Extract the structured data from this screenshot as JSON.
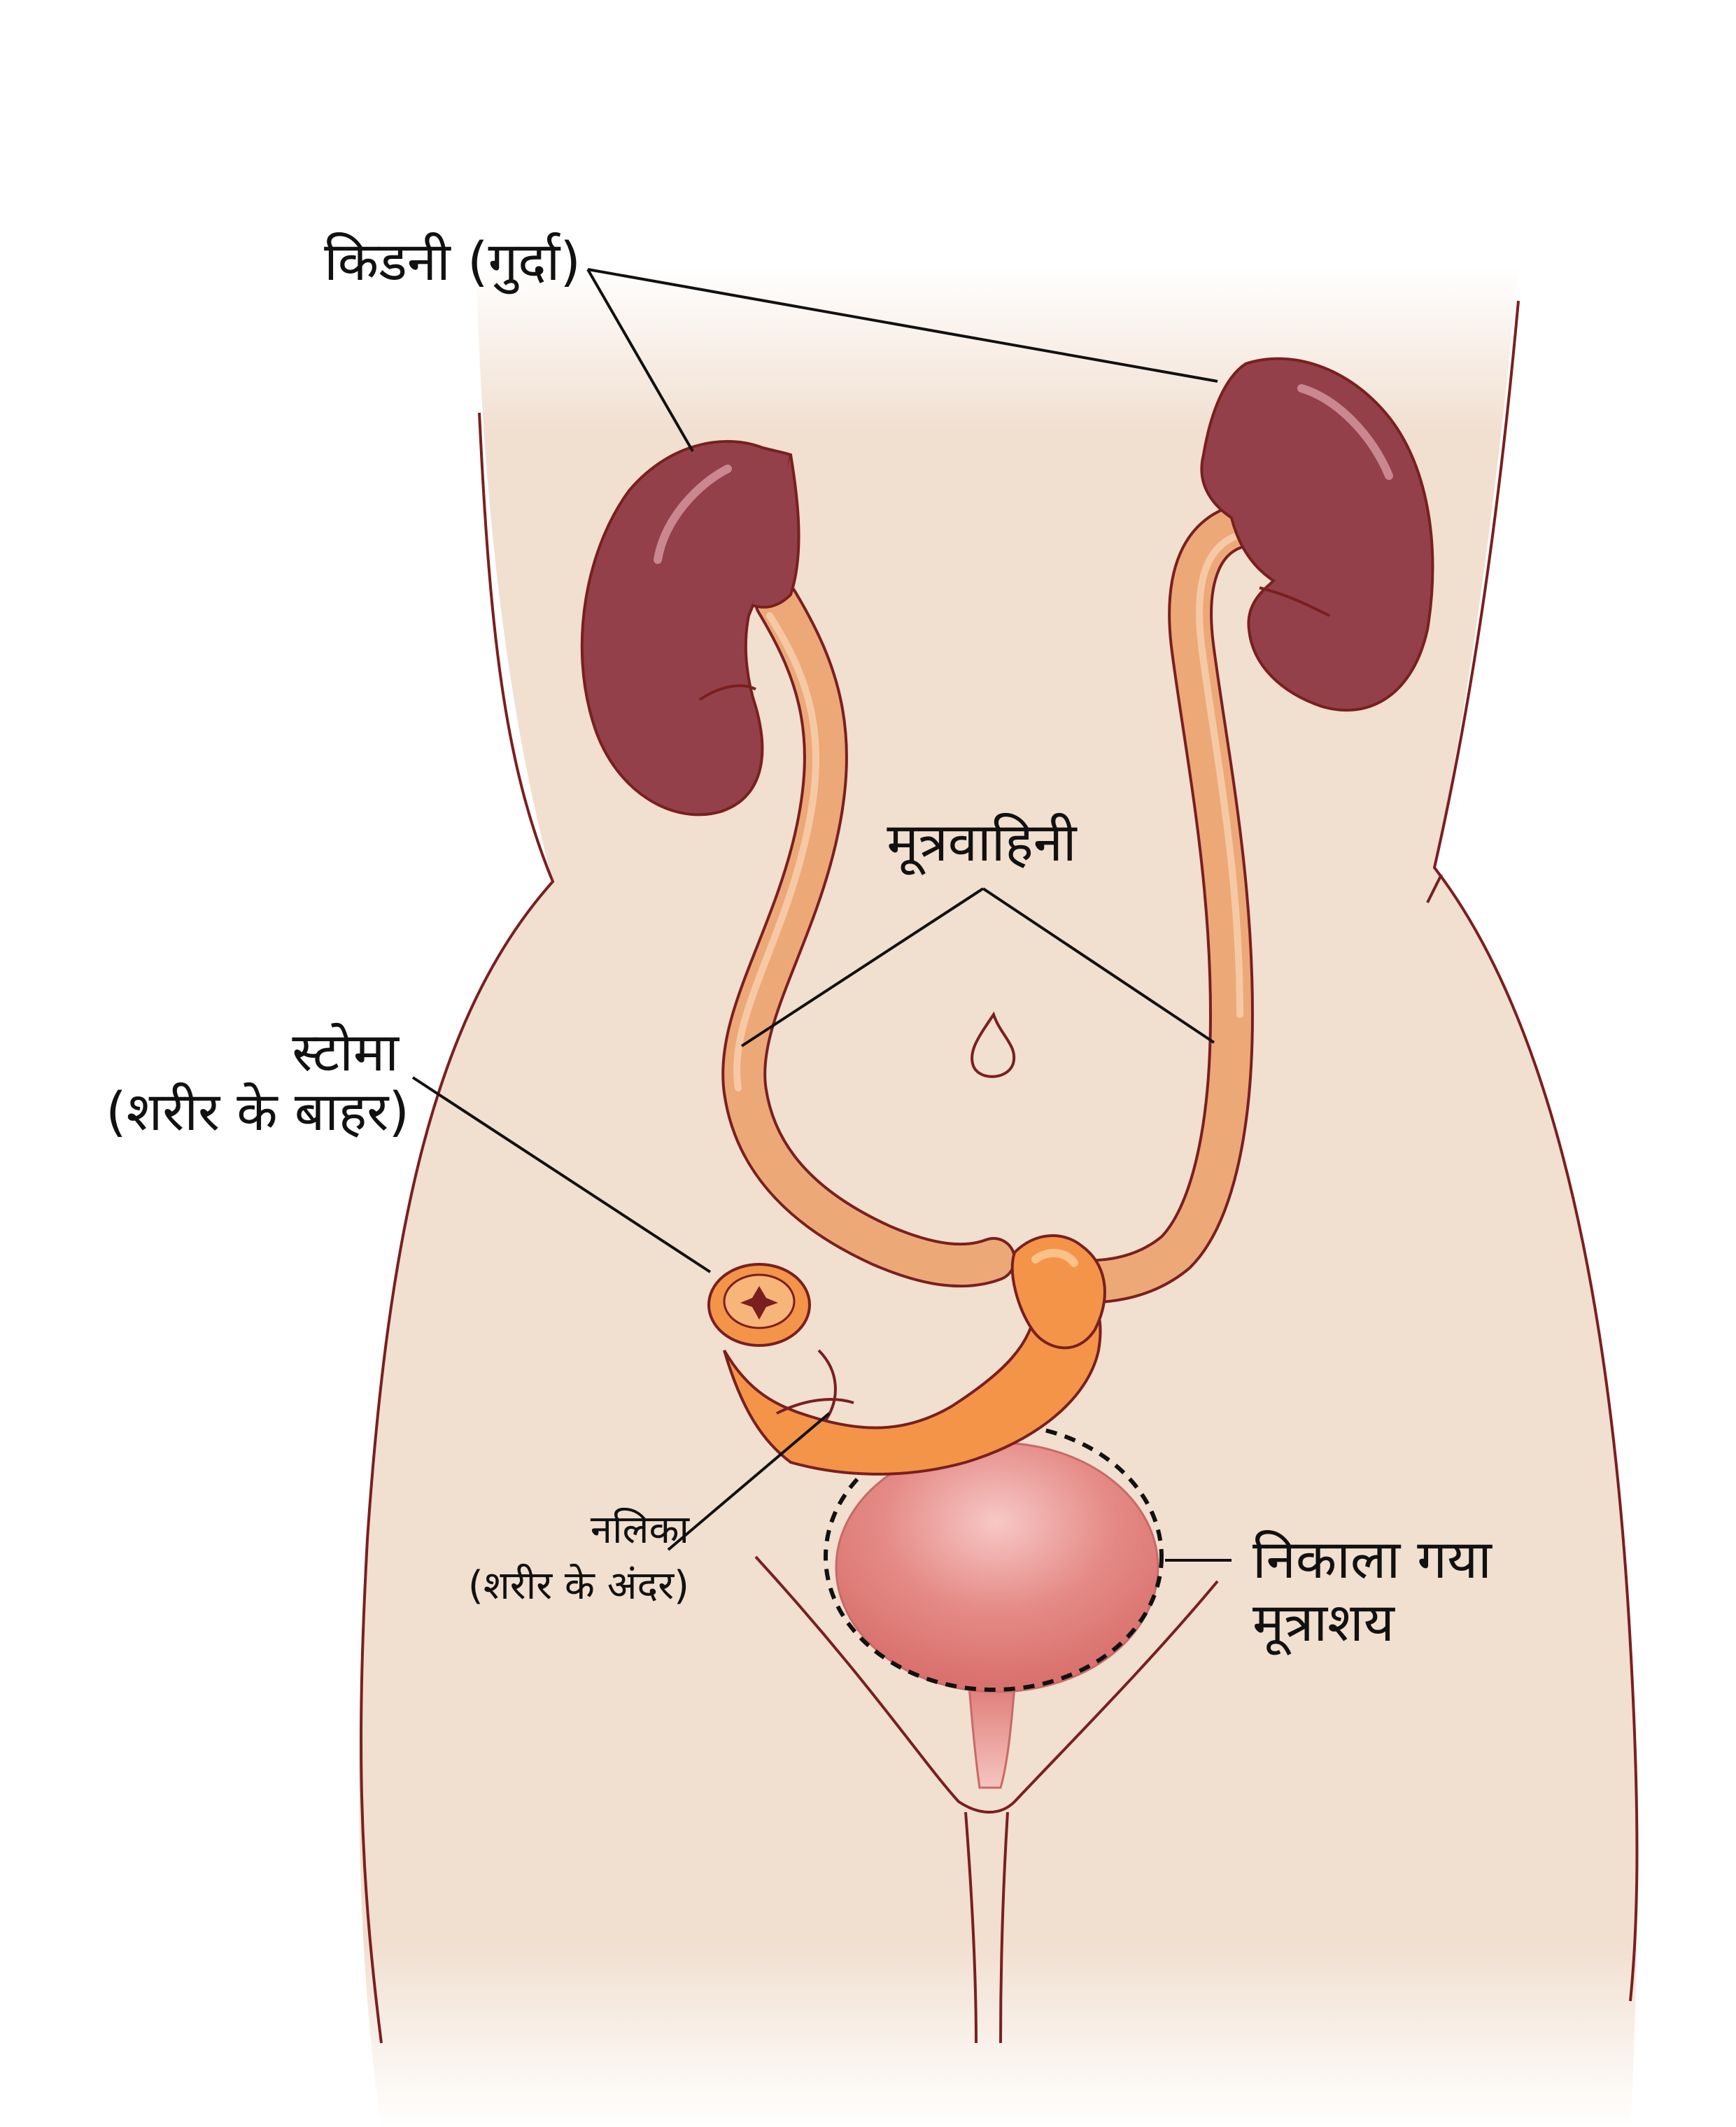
{
  "labels": {
    "kidney": "किडनी (गुर्दा)",
    "ureter": "मूत्रवाहिनी",
    "stoma_line1": "स्टोमा",
    "stoma_line2": "(शरीर के बाहर)",
    "conduit_line1": "नलिका",
    "conduit_line2": "(शरीर के अंदर)",
    "bladder_line1": "निकाला गया",
    "bladder_line2": "मूत्राशय"
  },
  "colors": {
    "skin": "#f1dfd0",
    "outline": "#7a1f1f",
    "kidney": "#93404a",
    "ureter": "#eda877",
    "conduit": "#f39449",
    "bladder": "#e07d78",
    "leader": "#111111"
  }
}
